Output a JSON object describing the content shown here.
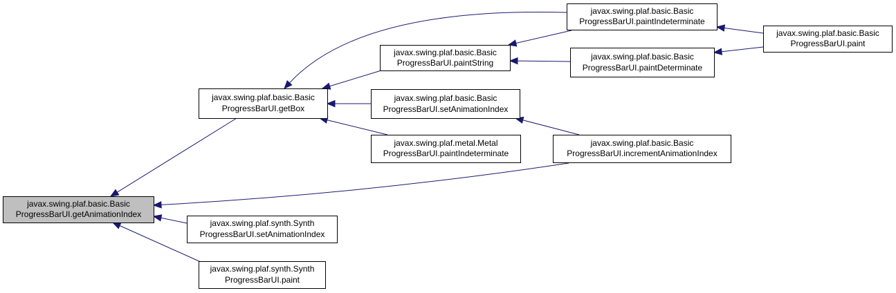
{
  "colors": {
    "edge": "#191970",
    "node_fill": "#ffffff",
    "focus_fill": "#bfbfbf",
    "border": "#000000"
  },
  "nodes": [
    {
      "id": "getAnimationIndex",
      "line1": "javax.swing.plaf.basic.Basic",
      "line2": "ProgressBarUI.getAnimationIndex",
      "focus": true
    },
    {
      "id": "getBox",
      "line1": "javax.swing.plaf.basic.Basic",
      "line2": "ProgressBarUI.getBox",
      "focus": false
    },
    {
      "id": "paintString",
      "line1": "javax.swing.plaf.basic.Basic",
      "line2": "ProgressBarUI.paintString",
      "focus": false
    },
    {
      "id": "basicPaintIndeterminate",
      "line1": "javax.swing.plaf.basic.Basic",
      "line2": "ProgressBarUI.paintIndeterminate",
      "focus": false
    },
    {
      "id": "basicPaint",
      "line1": "javax.swing.plaf.basic.Basic",
      "line2": "ProgressBarUI.paint",
      "focus": false
    },
    {
      "id": "paintDeterminate",
      "line1": "javax.swing.plaf.basic.Basic",
      "line2": "ProgressBarUI.paintDeterminate",
      "focus": false
    },
    {
      "id": "basicSetAnimationIndex",
      "line1": "javax.swing.plaf.basic.Basic",
      "line2": "ProgressBarUI.setAnimationIndex",
      "focus": false
    },
    {
      "id": "metalPaintIndeterminate",
      "line1": "javax.swing.plaf.metal.Metal",
      "line2": "ProgressBarUI.paintIndeterminate",
      "focus": false
    },
    {
      "id": "incrementAnimationIndex",
      "line1": "javax.swing.plaf.basic.Basic",
      "line2": "ProgressBarUI.incrementAnimationIndex",
      "focus": false
    },
    {
      "id": "synthSetAnimationIndex",
      "line1": "javax.swing.plaf.synth.Synth",
      "line2": "ProgressBarUI.setAnimationIndex",
      "focus": false
    },
    {
      "id": "synthPaint",
      "line1": "javax.swing.plaf.synth.Synth",
      "line2": "ProgressBarUI.paint",
      "focus": false
    }
  ],
  "edges": [
    {
      "from": "getBox",
      "to": "getAnimationIndex"
    },
    {
      "from": "incrementAnimationIndex",
      "to": "getAnimationIndex"
    },
    {
      "from": "synthSetAnimationIndex",
      "to": "getAnimationIndex"
    },
    {
      "from": "synthPaint",
      "to": "getAnimationIndex"
    },
    {
      "from": "basicPaintIndeterminate",
      "to": "getBox"
    },
    {
      "from": "paintString",
      "to": "getBox"
    },
    {
      "from": "basicSetAnimationIndex",
      "to": "getBox"
    },
    {
      "from": "metalPaintIndeterminate",
      "to": "getBox"
    },
    {
      "from": "basicPaintIndeterminate",
      "to": "paintString"
    },
    {
      "from": "paintDeterminate",
      "to": "paintString"
    },
    {
      "from": "basicPaint",
      "to": "basicPaintIndeterminate"
    },
    {
      "from": "basicPaint",
      "to": "paintDeterminate"
    },
    {
      "from": "incrementAnimationIndex",
      "to": "basicSetAnimationIndex"
    }
  ]
}
